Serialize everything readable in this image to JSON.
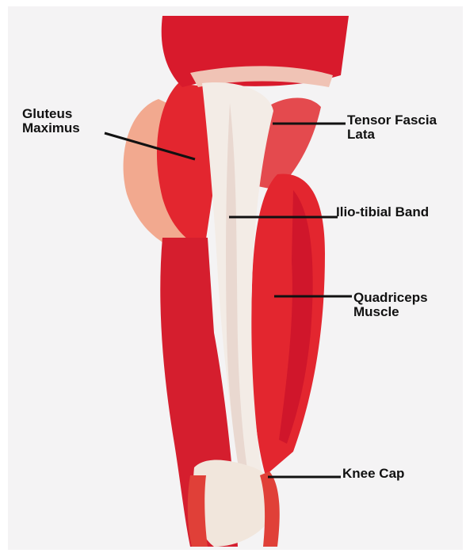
{
  "labels": {
    "gluteus": [
      "Gluteus",
      "Maximus"
    ],
    "tensor": [
      "Tensor Fascia",
      "Lata"
    ],
    "iliotibial": "Ilio-tibial Band",
    "quadriceps": [
      "Quadriceps",
      "Muscle"
    ],
    "knee": "Knee Cap"
  },
  "colors": {
    "background": "#f4f3f4",
    "muscle_dark": "#c8102a",
    "muscle": "#e3262f",
    "muscle_light": "#ef6b62",
    "gluteus_skin": "#f2a98f",
    "tendon": "#f3ece6",
    "leader_line": "#111111"
  }
}
